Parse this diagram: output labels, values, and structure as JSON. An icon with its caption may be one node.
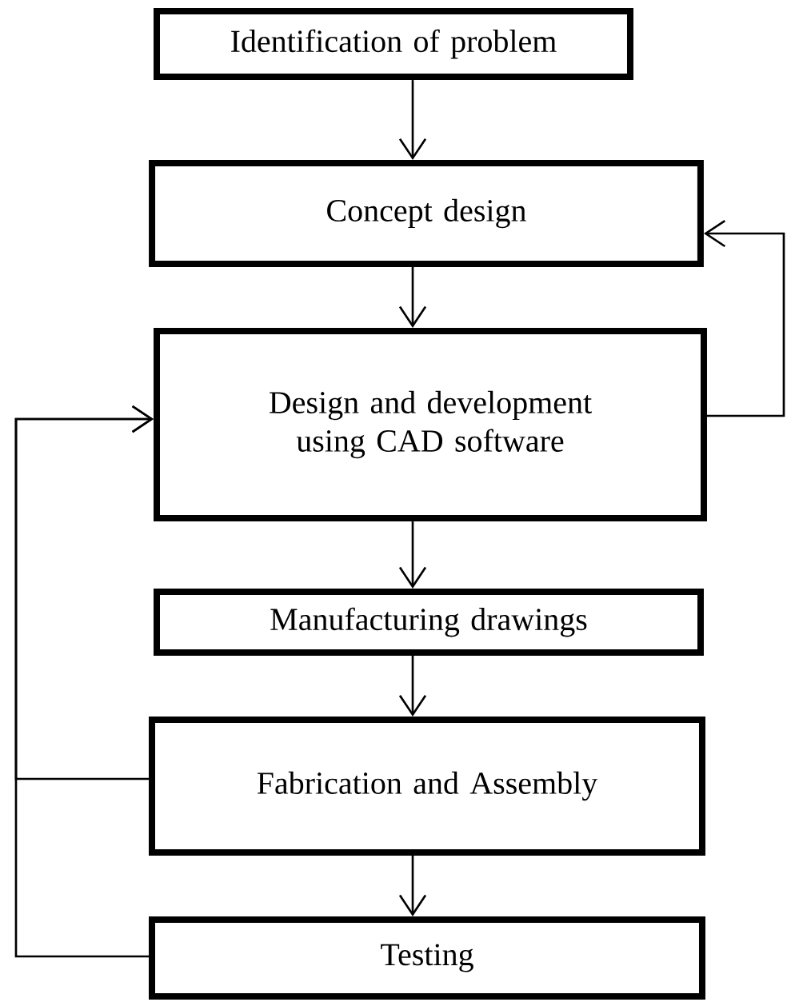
{
  "diagram": {
    "nodes": [
      {
        "text": [
          "Identification of problem"
        ]
      },
      {
        "text": [
          "Concept design"
        ]
      },
      {
        "text": [
          "Design and development using CAD software"
        ]
      },
      {
        "text": [
          "Manufacturing drawings"
        ]
      },
      {
        "text": [
          "Fabrication and Assembly"
        ]
      },
      {
        "text": [
          "Testing"
        ]
      }
    ],
    "edges": [
      {
        "from": 0,
        "to": 1,
        "arrow": "to"
      },
      {
        "from": 1,
        "to": 2,
        "arrow": "to"
      },
      {
        "from": 2,
        "to": 3,
        "arrow": "to"
      },
      {
        "from": 3,
        "to": 4,
        "arrow": "to"
      },
      {
        "from": 4,
        "to": 5,
        "arrow": "to"
      },
      {
        "from": 2,
        "to": 1,
        "arrow": "to"
      },
      {
        "from": 4,
        "to": 2,
        "arrow": "to"
      },
      {
        "from": 5,
        "to": 2,
        "arrow": "to"
      }
    ]
  }
}
